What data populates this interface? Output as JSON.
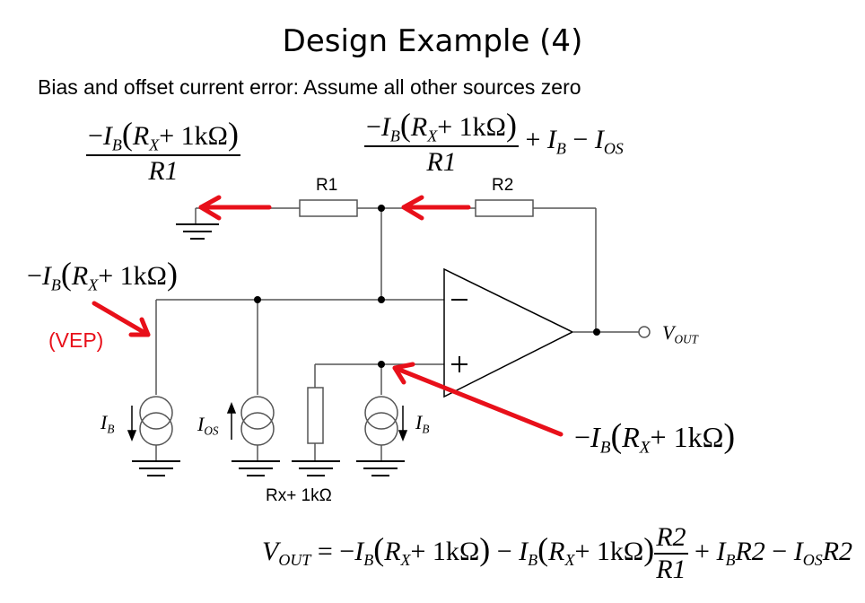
{
  "title": "Design Example (4)",
  "subtitle": "Bias and offset current error: Assume all other sources zero",
  "equations": {
    "r1_current": {
      "numerator": "−I_B(R_X + 1kΩ)",
      "denominator": "R1"
    },
    "r2_current": {
      "numerator": "−I_B(R_X + 1kΩ)",
      "denominator": "R1",
      "suffix": "+ I_B − I_OS"
    },
    "inverting_node_voltage": "−I_B(R_X + 1kΩ)",
    "noninverting_node_voltage": "−I_B(R_X + 1kΩ)",
    "vout": "V_OUT = −I_B(R_X + 1kΩ) − I_B(R_X + 1kΩ) R2/R1 + I_B R2 − I_OS R2"
  },
  "labels": {
    "r1": "R1",
    "r2": "R2",
    "vep": "(VEP)",
    "vout": "V",
    "vout_sub": "OUT",
    "ib_left": "I",
    "ib_left_sub": "B",
    "ios": "I",
    "ios_sub": "OS",
    "ib_right": "I",
    "ib_right_sub": "B",
    "rx": "Rx+ 1kΩ"
  },
  "parts": {
    "minus": "−",
    "I": "I",
    "B": "B",
    "R": "R",
    "X": "X",
    "plus1k": "+ 1k",
    "omega": "Ω",
    "lp": "(",
    "rp": ")",
    "R1": "R1",
    "R2": "R2",
    "OS": "OS",
    "OUT": "OUT",
    "V": "V",
    "eq": " = −",
    "plus": " + ",
    "minus_sp": " − "
  },
  "colors": {
    "annotation": "#e8101a",
    "wire": "#555555"
  }
}
